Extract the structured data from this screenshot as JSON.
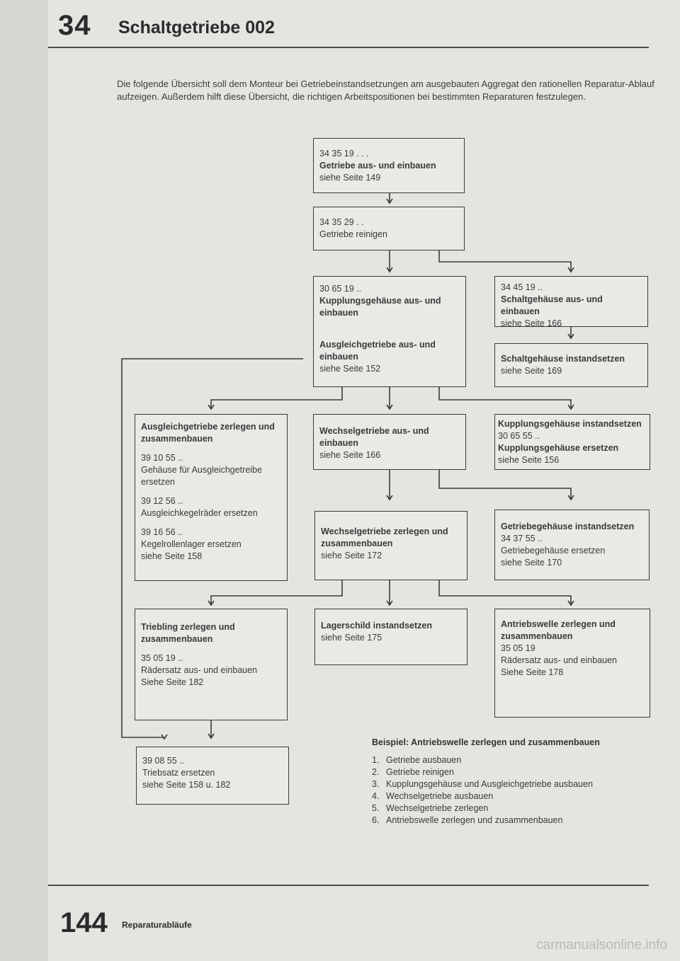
{
  "header": {
    "number": "34",
    "title": "Schaltgetriebe 002"
  },
  "intro": "Die folgende Übersicht soll dem Monteur bei Getriebeinstandsetzungen am ausgebauten Aggregat den rationellen Reparatur-Ablauf aufzeigen. Außerdem hilft diese Übersicht, die richtigen Arbeitspositionen bei bestimmten Reparaturen festzulegen.",
  "boxes": {
    "b1": {
      "code": "34 35 19 . . .",
      "title": "Getriebe aus- und einbauen",
      "ref": "siehe Seite 149"
    },
    "b2": {
      "code": "34 35 29 . .",
      "text": "Getriebe reinigen"
    },
    "b3": {
      "code": "30 65 19 ..",
      "title": "Kupplungsgehäuse aus- und einbauen",
      "title2": "Ausgleichgetriebe aus- und einbauen",
      "ref": "siehe Seite 152"
    },
    "b4": {
      "code": "34 45 19 ..",
      "title": "Schaltgehäuse aus- und einbauen",
      "ref": "siehe Seite 166"
    },
    "b5": {
      "title": "Schaltgehäuse instandsetzen",
      "ref": "siehe Seite 169"
    },
    "b6": {
      "title": "Ausgleichgetriebe zerlegen und zusammenbauen",
      "code1": "39 10 55 ..",
      "text1": "Gehäuse für Ausgleichgetreibe ersetzen",
      "code2": "39 12 56 ..",
      "text2": "Ausgleichkegelräder ersetzen",
      "code3": "39 16 56 ..",
      "text3": "Kegelrollenlager ersetzen",
      "ref": "siehe Seite 158"
    },
    "b7": {
      "title": "Wechselgetriebe aus- und einbauen",
      "ref": "siehe Seite 166"
    },
    "b8": {
      "title": "Kupplungsgehäuse instandsetzen",
      "code": "30 65 55 ..",
      "title2": "Kupplungsgehäuse ersetzen",
      "ref": "siehe Seite 156"
    },
    "b9": {
      "title": "Wechselgetriebe zerlegen und zusammenbauen",
      "ref": "siehe Seite 172"
    },
    "b10": {
      "title": "Getriebegehäuse instandsetzen",
      "code": "34 37 55 ..",
      "text": "Getriebegehäuse ersetzen",
      "ref": "siehe Seite 170"
    },
    "b11": {
      "title": "Triebling zerlegen und zusammenbauen",
      "code": "35 05 19 ..",
      "text": "Rädersatz aus- und einbauen",
      "ref": "Siehe Seite 182"
    },
    "b12": {
      "title": "Lagerschild instandsetzen",
      "ref": "siehe Seite 175"
    },
    "b13": {
      "title": "Antriebswelle zerlegen und zusammenbauen",
      "code": "35 05 19",
      "text": "Rädersatz aus- und einbauen",
      "ref": "Siehe Seite 178"
    },
    "b14": {
      "code": "39 08 55 ..",
      "text": "Triebsatz ersetzen",
      "ref": "siehe Seite 158 u. 182"
    }
  },
  "example": {
    "title": "Beispiel: Antriebswelle zerlegen und zusammenbauen",
    "steps": [
      {
        "n": "1.",
        "text": "Getriebe ausbauen"
      },
      {
        "n": "2.",
        "text": "Getriebe reinigen"
      },
      {
        "n": "3.",
        "text": "Kupplungsgehäuse und Ausgleichgetriebe ausbauen"
      },
      {
        "n": "4.",
        "text": "Wechselgetriebe ausbauen"
      },
      {
        "n": "5.",
        "text": "Wechselgetriebe zerlegen"
      },
      {
        "n": "6.",
        "text": "Antriebswelle zerlegen und zusammenbauen"
      }
    ]
  },
  "footer": {
    "number": "144",
    "label": "Reparaturabläufe"
  },
  "watermark": "carmanualsonline.info"
}
